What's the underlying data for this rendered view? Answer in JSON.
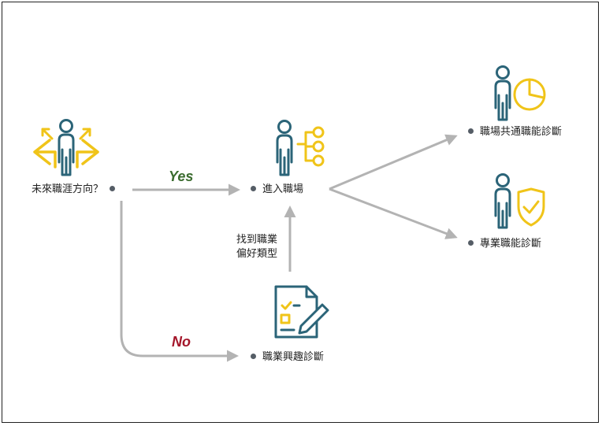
{
  "diagram": {
    "nodes": {
      "start": "未來職涯方向？",
      "enter_workplace": "進入職場",
      "common_diagnosis": "職場共通職能診斷",
      "professional_diagnosis": "專業職能診斷",
      "interest_diagnosis": "職業興趣診斷"
    },
    "edges": {
      "yes": "Yes",
      "no": "No",
      "find_line1": "找到職業",
      "find_line2": "偏好類型"
    },
    "icons": {
      "start": "person-arrows-icon",
      "enter_workplace": "person-network-icon",
      "common_diagnosis": "person-pie-chart-icon",
      "professional_diagnosis": "person-shield-check-icon",
      "interest_diagnosis": "checklist-pencil-icon"
    },
    "colors": {
      "icon_primary": "#2b6478",
      "icon_accent": "#f0c419",
      "arrow": "#b3b3b3",
      "yes": "#3a6b2e",
      "no": "#a4162a"
    }
  }
}
